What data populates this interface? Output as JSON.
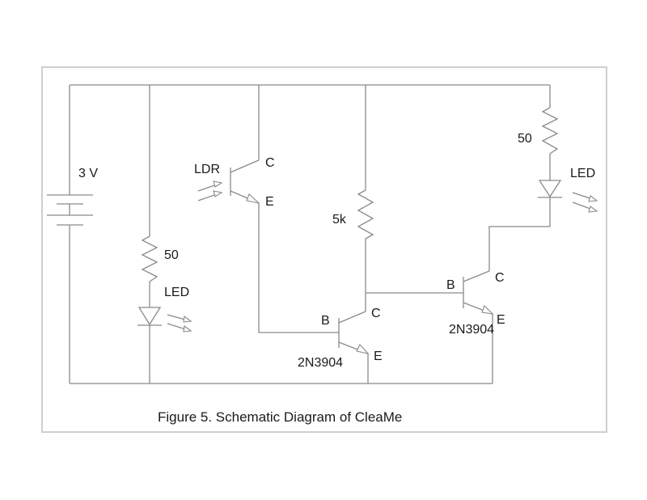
{
  "figure": {
    "caption": "Figure 5. Schematic Diagram of CleaMe",
    "line_color": "#8a8a8a",
    "frame_color": "#cfcfcf",
    "text_color": "#1a1a1a"
  },
  "components": {
    "battery": {
      "label": "3 V",
      "type": "battery"
    },
    "resistor_left": {
      "label": "50",
      "type": "resistor"
    },
    "led_left": {
      "label": "LED",
      "type": "led"
    },
    "phototransistor": {
      "label": "LDR",
      "collector": "C",
      "emitter": "E",
      "type": "phototransistor"
    },
    "resistor_mid": {
      "label": "5k",
      "type": "resistor"
    },
    "transistor_1": {
      "part": "2N3904",
      "base": "B",
      "collector": "C",
      "emitter": "E",
      "type": "npn-transistor"
    },
    "transistor_2": {
      "part": "2N3904",
      "base": "B",
      "collector": "C",
      "emitter": "E",
      "type": "npn-transistor"
    },
    "resistor_right": {
      "label": "50",
      "type": "resistor"
    },
    "led_right": {
      "label": "LED",
      "type": "led"
    }
  }
}
